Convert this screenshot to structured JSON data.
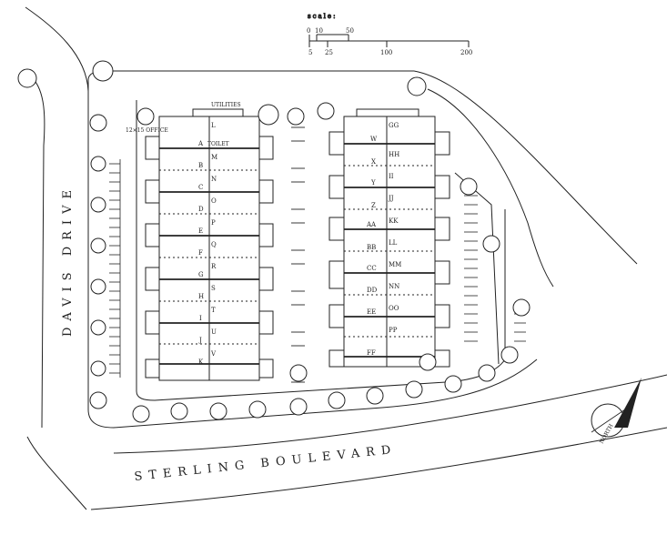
{
  "scale": {
    "title": "scale:",
    "top_ticks": [
      "0",
      "10",
      "50"
    ],
    "bottom_ticks": [
      "5",
      "25",
      "100",
      "200"
    ]
  },
  "streets": {
    "west": "DAVIS DRIVE",
    "south": "STERLING BOULEVARD"
  },
  "labels": {
    "utilities": "UTILITIES",
    "office": "12×15 OFFICE",
    "toilet": "TOILET",
    "north": "NORTH"
  },
  "west_block_units": [
    "A",
    "B",
    "C",
    "D",
    "E",
    "F",
    "G",
    "H",
    "I",
    "J",
    "K",
    "L",
    "M",
    "N",
    "O",
    "P",
    "Q",
    "R",
    "S",
    "T",
    "U",
    "V"
  ],
  "east_block_units": [
    "W",
    "X",
    "Y",
    "Z",
    "AA",
    "BB",
    "CC",
    "DD",
    "EE",
    "FF",
    "GG",
    "HH",
    "II",
    "JJ",
    "KK",
    "LL",
    "MM",
    "NN",
    "OO",
    "PP"
  ]
}
